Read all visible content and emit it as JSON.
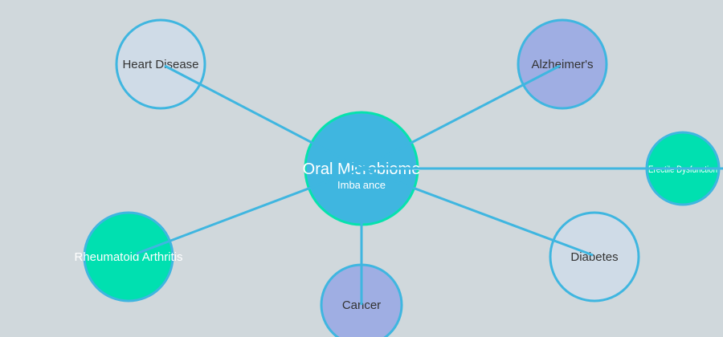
{
  "colors": {
    "background": "#d0d8dc",
    "edge": "#3fb6e0",
    "center_fill": "#3fb6e0",
    "center_stroke": "#06e2ad",
    "light_fill": "#cfdbe7",
    "purple_fill": "#9faee3",
    "green_fill": "#00e0b0",
    "node_stroke": "#3fb6e0",
    "dark_text": "#333333",
    "light_text": "#ffffff"
  },
  "center": {
    "title": "Oral Microbiome",
    "subtitle": "Imbalance"
  },
  "nodes": [
    {
      "id": "heart-disease",
      "label": "Heart Disease",
      "style": "light"
    },
    {
      "id": "alzheimers",
      "label": "Alzheimer's",
      "style": "purple"
    },
    {
      "id": "erectile-dysfunction",
      "label": "Erectile Dysfunction",
      "style": "green"
    },
    {
      "id": "diabetes",
      "label": "Diabetes",
      "style": "light"
    },
    {
      "id": "cancer",
      "label": "Cancer",
      "style": "purple"
    },
    {
      "id": "rheumatoid-arthritis",
      "label": "Rheumatoid Arthritis",
      "style": "green"
    }
  ]
}
